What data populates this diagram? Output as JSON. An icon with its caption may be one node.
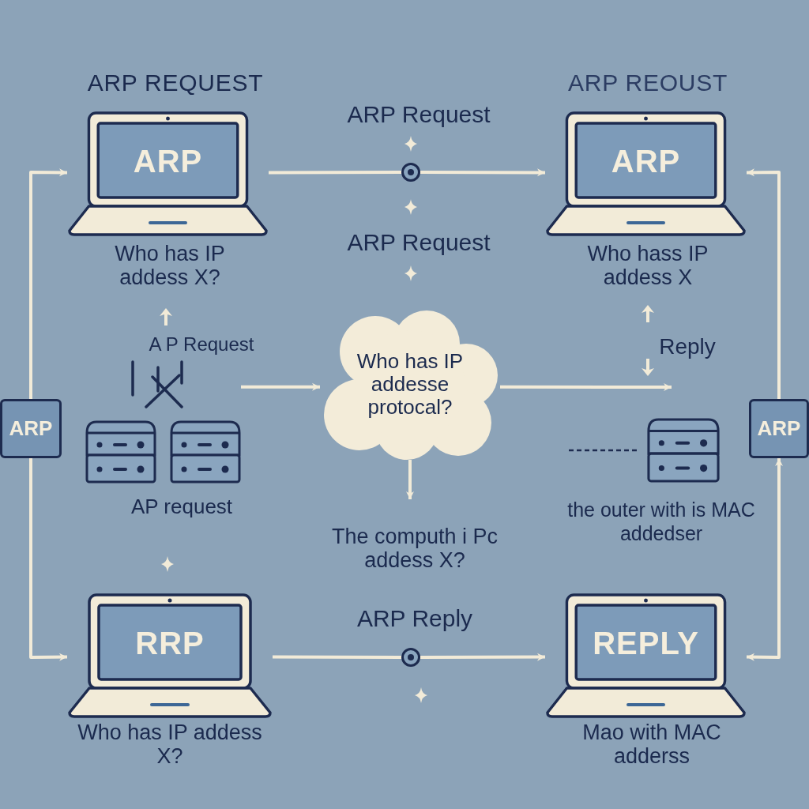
{
  "diagram": {
    "nodes": [
      {
        "text": [
          "ARP"
        ],
        "beside": [
          "ARP REQUEST",
          "Who has IP addess X?"
        ]
      },
      {
        "text": [
          "ARP"
        ],
        "beside": [
          "ARP REOUST",
          "Who hass IP addess X"
        ]
      },
      {
        "text": [
          "RRP"
        ],
        "beside": [
          "Who has IP addess X?"
        ]
      },
      {
        "text": [
          "REPLY"
        ],
        "beside": [
          "Mao with MAC adderss"
        ]
      },
      {
        "text": [
          "ARP"
        ]
      },
      {
        "text": [
          "ARP"
        ]
      },
      {
        "text": [],
        "shape": "circle"
      },
      {
        "text": [],
        "shape": "circle"
      },
      {
        "text": [
          "Who has IP addesse protocal?"
        ]
      },
      {
        "text": [],
        "shape": "picture",
        "beside": [
          "A P Request",
          "AP request"
        ]
      },
      {
        "text": [],
        "shape": "picture"
      }
    ],
    "edges": [
      {
        "from": 0,
        "to": 6,
        "arrow": "none"
      },
      {
        "from": 6,
        "to": 1,
        "arrow": "to"
      },
      {
        "from": 2,
        "to": 7,
        "arrow": "none"
      },
      {
        "from": 7,
        "to": 3,
        "arrow": "to"
      },
      {
        "from": 4,
        "to": 0,
        "arrow": "to"
      },
      {
        "from": 4,
        "to": 2,
        "arrow": "to"
      },
      {
        "from": 5,
        "to": 1,
        "arrow": "to"
      },
      {
        "from": 5,
        "to": 3,
        "arrow": "both"
      },
      {
        "from": 9,
        "to": 8,
        "arrow": "to"
      },
      {
        "from": 8,
        "to": null,
        "arrow": "to"
      },
      {
        "from": 8,
        "to": null,
        "arrow": "to"
      },
      {
        "from": null,
        "to": 10,
        "arrow": "none",
        "style": "dashed",
        "color": "#1d2b4f"
      }
    ],
    "labels": [
      "ARP Request",
      "ARP Request",
      "Reply",
      "the outer with is MAC addedser",
      "The computh i Pc addess X?",
      "ARP Reply"
    ]
  }
}
